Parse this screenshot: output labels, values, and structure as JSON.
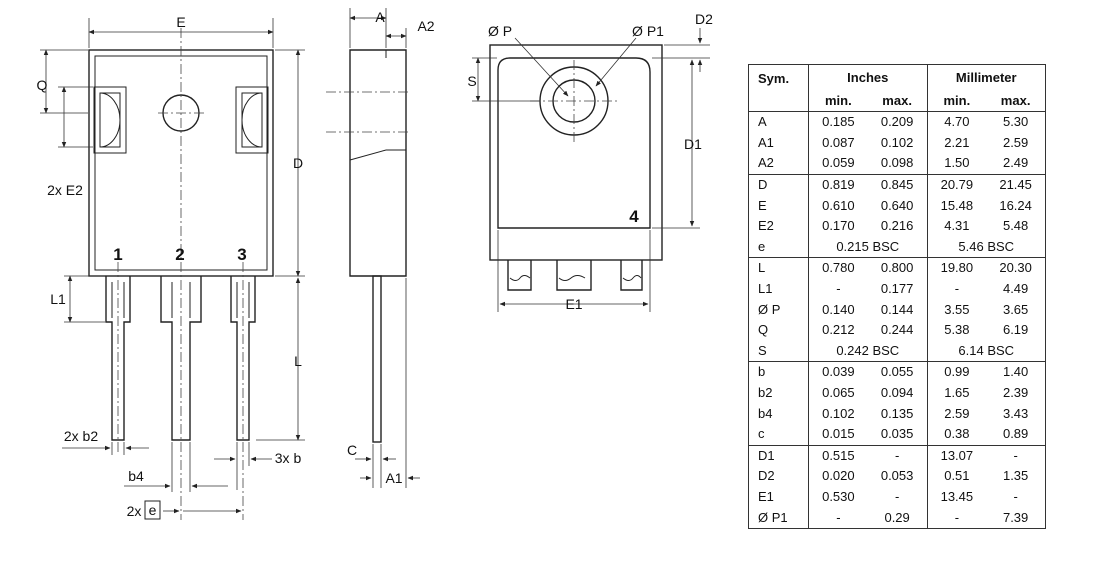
{
  "labels": {
    "E": "E",
    "A": "A",
    "A2": "A2",
    "phi_p": "Ø P",
    "phi_p1": "Ø P1",
    "D2": "D2",
    "Q": "Q",
    "S": "S",
    "D": "D",
    "D1": "D1",
    "two_x_e2": "2x E2",
    "pin1": "1",
    "pin2": "2",
    "pin3": "3",
    "tab4": "4",
    "L1": "L1",
    "L": "L",
    "E1": "E1",
    "two_x_b2": "2x b2",
    "C": "C",
    "A1": "A1",
    "b4": "b4",
    "three_x_b": "3x b",
    "two_x": "2x",
    "e": "e"
  },
  "table": {
    "header": {
      "sym": "Sym.",
      "inches": "Inches",
      "millimeter": "Millimeter",
      "min": "min.",
      "max": "max."
    },
    "rows": [
      {
        "sym": "A",
        "in_min": "0.185",
        "in_max": "0.209",
        "mm_min": "4.70",
        "mm_max": "5.30"
      },
      {
        "sym": "A1",
        "in_min": "0.087",
        "in_max": "0.102",
        "mm_min": "2.21",
        "mm_max": "2.59"
      },
      {
        "sym": "A2",
        "in_min": "0.059",
        "in_max": "0.098",
        "mm_min": "1.50",
        "mm_max": "2.49"
      },
      {
        "sym": "D",
        "in_min": "0.819",
        "in_max": "0.845",
        "mm_min": "20.79",
        "mm_max": "21.45"
      },
      {
        "sym": "E",
        "in_min": "0.610",
        "in_max": "0.640",
        "mm_min": "15.48",
        "mm_max": "16.24"
      },
      {
        "sym": "E2",
        "in_min": "0.170",
        "in_max": "0.216",
        "mm_min": "4.31",
        "mm_max": "5.48"
      },
      {
        "sym": "e",
        "in_bsc": "0.215 BSC",
        "mm_bsc": "5.46 BSC"
      },
      {
        "sym": "L",
        "in_min": "0.780",
        "in_max": "0.800",
        "mm_min": "19.80",
        "mm_max": "20.30"
      },
      {
        "sym": "L1",
        "in_min": "-",
        "in_max": "0.177",
        "mm_min": "-",
        "mm_max": "4.49"
      },
      {
        "sym": "Ø P",
        "in_min": "0.140",
        "in_max": "0.144",
        "mm_min": "3.55",
        "mm_max": "3.65"
      },
      {
        "sym": "Q",
        "in_min": "0.212",
        "in_max": "0.244",
        "mm_min": "5.38",
        "mm_max": "6.19"
      },
      {
        "sym": "S",
        "in_bsc": "0.242 BSC",
        "mm_bsc": "6.14 BSC"
      },
      {
        "sym": "b",
        "in_min": "0.039",
        "in_max": "0.055",
        "mm_min": "0.99",
        "mm_max": "1.40"
      },
      {
        "sym": "b2",
        "in_min": "0.065",
        "in_max": "0.094",
        "mm_min": "1.65",
        "mm_max": "2.39"
      },
      {
        "sym": "b4",
        "in_min": "0.102",
        "in_max": "0.135",
        "mm_min": "2.59",
        "mm_max": "3.43"
      },
      {
        "sym": "c",
        "in_min": "0.015",
        "in_max": "0.035",
        "mm_min": "0.38",
        "mm_max": "0.89"
      },
      {
        "sym": "D1",
        "in_min": "0.515",
        "in_max": "-",
        "mm_min": "13.07",
        "mm_max": "-"
      },
      {
        "sym": "D2",
        "in_min": "0.020",
        "in_max": "0.053",
        "mm_min": "0.51",
        "mm_max": "1.35"
      },
      {
        "sym": "E1",
        "in_min": "0.530",
        "in_max": "-",
        "mm_min": "13.45",
        "mm_max": "-"
      },
      {
        "sym": "Ø P1",
        "in_min": "-",
        "in_max": "0.29",
        "mm_min": "-",
        "mm_max": "7.39"
      }
    ]
  }
}
